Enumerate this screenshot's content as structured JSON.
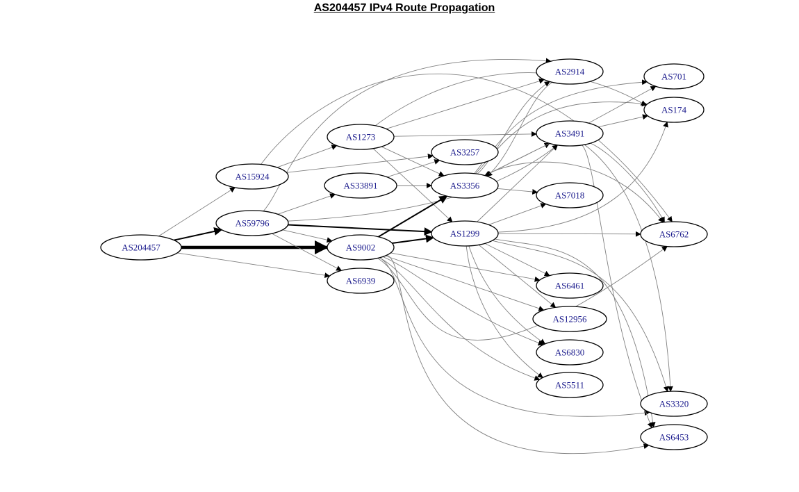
{
  "title": "AS204457 IPv4 Route Propagation",
  "graph": {
    "directed": true,
    "node_shape": "ellipse",
    "colors": {
      "label": "#1a1a8c",
      "edge_primary": "#000000",
      "edge_secondary": "#808080",
      "node_border": "#000000"
    },
    "nodes": [
      {
        "id": "AS204457",
        "label": "AS204457"
      },
      {
        "id": "AS15924",
        "label": "AS15924"
      },
      {
        "id": "AS59796",
        "label": "AS59796"
      },
      {
        "id": "AS1273",
        "label": "AS1273"
      },
      {
        "id": "AS33891",
        "label": "AS33891"
      },
      {
        "id": "AS9002",
        "label": "AS9002"
      },
      {
        "id": "AS6939",
        "label": "AS6939"
      },
      {
        "id": "AS3257",
        "label": "AS3257"
      },
      {
        "id": "AS3356",
        "label": "AS3356"
      },
      {
        "id": "AS1299",
        "label": "AS1299"
      },
      {
        "id": "AS2914",
        "label": "AS2914"
      },
      {
        "id": "AS3491",
        "label": "AS3491"
      },
      {
        "id": "AS7018",
        "label": "AS7018"
      },
      {
        "id": "AS6461",
        "label": "AS6461"
      },
      {
        "id": "AS12956",
        "label": "AS12956"
      },
      {
        "id": "AS6830",
        "label": "AS6830"
      },
      {
        "id": "AS5511",
        "label": "AS5511"
      },
      {
        "id": "AS701",
        "label": "AS701"
      },
      {
        "id": "AS174",
        "label": "AS174"
      },
      {
        "id": "AS6762",
        "label": "AS6762"
      },
      {
        "id": "AS3320",
        "label": "AS3320"
      },
      {
        "id": "AS6453",
        "label": "AS6453"
      }
    ],
    "edges": [
      {
        "from": "AS204457",
        "to": "AS9002",
        "weight": "heavy"
      },
      {
        "from": "AS204457",
        "to": "AS59796",
        "weight": "medium"
      },
      {
        "from": "AS204457",
        "to": "AS15924",
        "weight": "light"
      },
      {
        "from": "AS204457",
        "to": "AS6939",
        "weight": "light"
      },
      {
        "from": "AS59796",
        "to": "AS1299",
        "weight": "medium"
      },
      {
        "from": "AS59796",
        "to": "AS9002",
        "weight": "light"
      },
      {
        "from": "AS59796",
        "to": "AS6939",
        "weight": "light"
      },
      {
        "from": "AS59796",
        "to": "AS33891",
        "weight": "light"
      },
      {
        "from": "AS59796",
        "to": "AS3491",
        "weight": "light"
      },
      {
        "from": "AS59796",
        "to": "AS2914",
        "weight": "light"
      },
      {
        "from": "AS15924",
        "to": "AS1273",
        "weight": "light"
      },
      {
        "from": "AS15924",
        "to": "AS3257",
        "weight": "light"
      },
      {
        "from": "AS15924",
        "to": "AS6762",
        "weight": "light"
      },
      {
        "from": "AS1273",
        "to": "AS2914",
        "weight": "light"
      },
      {
        "from": "AS1273",
        "to": "AS3491",
        "weight": "light"
      },
      {
        "from": "AS1273",
        "to": "AS3356",
        "weight": "light"
      },
      {
        "from": "AS1273",
        "to": "AS1299",
        "weight": "light"
      },
      {
        "from": "AS1273",
        "to": "AS174",
        "weight": "light"
      },
      {
        "from": "AS33891",
        "to": "AS3356",
        "weight": "light"
      },
      {
        "from": "AS33891",
        "to": "AS3257",
        "weight": "light"
      },
      {
        "from": "AS9002",
        "to": "AS3356",
        "weight": "medium"
      },
      {
        "from": "AS9002",
        "to": "AS1299",
        "weight": "medium"
      },
      {
        "from": "AS9002",
        "to": "AS6461",
        "weight": "light"
      },
      {
        "from": "AS9002",
        "to": "AS12956",
        "weight": "light"
      },
      {
        "from": "AS9002",
        "to": "AS6830",
        "weight": "light"
      },
      {
        "from": "AS9002",
        "to": "AS5511",
        "weight": "light"
      },
      {
        "from": "AS9002",
        "to": "AS6762",
        "weight": "light"
      },
      {
        "from": "AS9002",
        "to": "AS3320",
        "weight": "light"
      },
      {
        "from": "AS9002",
        "to": "AS6453",
        "weight": "light"
      },
      {
        "from": "AS3356",
        "to": "AS2914",
        "weight": "light"
      },
      {
        "from": "AS3356",
        "to": "AS3491",
        "weight": "light"
      },
      {
        "from": "AS3356",
        "to": "AS7018",
        "weight": "light"
      },
      {
        "from": "AS3356",
        "to": "AS701",
        "weight": "light"
      },
      {
        "from": "AS3356",
        "to": "AS174",
        "weight": "light"
      },
      {
        "from": "AS3356",
        "to": "AS6762",
        "weight": "light"
      },
      {
        "from": "AS2914",
        "to": "AS3356",
        "weight": "light"
      },
      {
        "from": "AS3491",
        "to": "AS3356",
        "weight": "light"
      },
      {
        "from": "AS1299",
        "to": "AS7018",
        "weight": "light"
      },
      {
        "from": "AS1299",
        "to": "AS6762",
        "weight": "light"
      },
      {
        "from": "AS1299",
        "to": "AS174",
        "weight": "light"
      },
      {
        "from": "AS1299",
        "to": "AS3491",
        "weight": "light"
      },
      {
        "from": "AS1299",
        "to": "AS6461",
        "weight": "light"
      },
      {
        "from": "AS1299",
        "to": "AS12956",
        "weight": "light"
      },
      {
        "from": "AS1299",
        "to": "AS6830",
        "weight": "light"
      },
      {
        "from": "AS1299",
        "to": "AS5511",
        "weight": "light"
      },
      {
        "from": "AS1299",
        "to": "AS3320",
        "weight": "light"
      },
      {
        "from": "AS1299",
        "to": "AS6453",
        "weight": "light"
      },
      {
        "from": "AS3491",
        "to": "AS701",
        "weight": "light"
      },
      {
        "from": "AS3491",
        "to": "AS174",
        "weight": "light"
      },
      {
        "from": "AS3491",
        "to": "AS6762",
        "weight": "light"
      },
      {
        "from": "AS3491",
        "to": "AS3320",
        "weight": "light"
      },
      {
        "from": "AS3491",
        "to": "AS6453",
        "weight": "light"
      }
    ]
  }
}
